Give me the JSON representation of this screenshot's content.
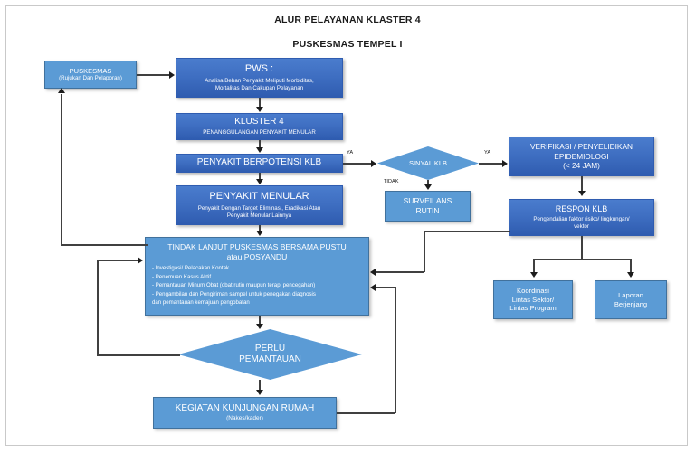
{
  "title": {
    "line1": "ALUR PELAYANAN KLASTER 4",
    "line2": "PUSKESMAS TEMPEL I"
  },
  "nodes": {
    "puskesmas": {
      "heading": "PUSKESMAS",
      "sub": "(Rujukan Dan Pelaporan)"
    },
    "pws": {
      "heading": "PWS :",
      "sub": "Analisa Beban Penyakit Meliputi Morbiditas,",
      "sub2": "Mortalitas Dan Cakupan Pelayanan"
    },
    "kluster4": {
      "heading": "KLUSTER 4",
      "sub": "PENANGGULANGAN PENYAKIT MENULAR"
    },
    "berpotensi_klb": {
      "heading": "PENYAKIT BERPOTENSI KLB"
    },
    "penyakit_menular": {
      "heading": "PENYAKIT MENULAR",
      "sub": "Penyakit Dengan Target Eliminasi, Eradikasi Atau",
      "sub2": "Penyakit Menular Lainnya"
    },
    "sinyal_klb": {
      "label": "SINYAL KLB"
    },
    "surveilans_rutin": {
      "line1": "SURVEILANS",
      "line2": "RUTIN"
    },
    "verifikasi": {
      "line1": "VERIFIKASI / PENYELIDIKAN",
      "line2": "EPIDEMIOLOGI",
      "line3": "(< 24 JAM)"
    },
    "respon_klb": {
      "heading": "RESPON KLB",
      "sub": "Pengendalian faktor risiko/ lingkungan/",
      "sub2": "vektor"
    },
    "koordinasi": {
      "line1": "Koordinasi",
      "line2": "Lintas Sektor/",
      "line3": "Lintas Program"
    },
    "laporan": {
      "line1": "Laporan",
      "line2": "Berjenjang"
    },
    "tindak_lanjut": {
      "heading1": "TINDAK LANJUT PUSKESMAS BERSAMA PUSTU",
      "heading2": "atau POSYANDU",
      "bullets": [
        "- Investigasi/ Pelacakan Kontak",
        "- Penemuan Kasus Aktif",
        "- Pemantauan Minum Obat  (obat rutin maupun terapi pencegahan)",
        "- Pengambilan dan Pengiriman sampel untuk penegakan diagnosis",
        "dan pemantauan kemajuan pengobatan"
      ]
    },
    "perlu_pemantauan": {
      "line1": "PERLU",
      "line2": "PEMANTAUAN"
    },
    "kunjungan_rumah": {
      "heading": "KEGIATAN KUNJUNGAN RUMAH",
      "sub": "(Nakes/kader)"
    }
  },
  "edge_labels": {
    "ya_klb": "YA",
    "ya_verifikasi": "YA",
    "tidak": "TIDAK"
  },
  "colors": {
    "node_dark": "#3f6fc2",
    "node_light": "#5b9bd5",
    "diamond": "#5b9bd5",
    "connector": "#404040",
    "text_light": "#ffffff",
    "title_text": "#1a1a1a",
    "background": "#ffffff"
  }
}
